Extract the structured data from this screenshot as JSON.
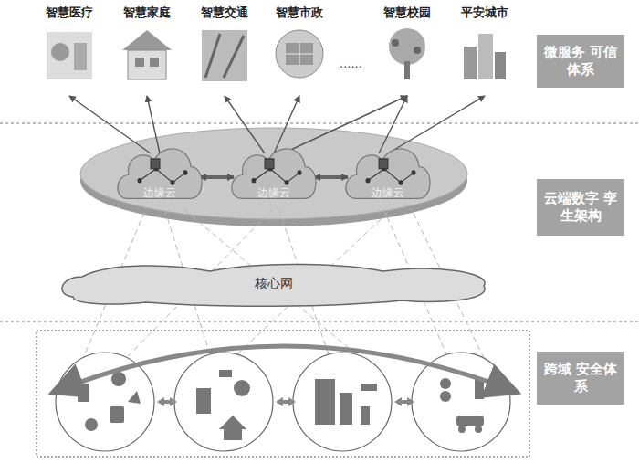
{
  "diagram": {
    "nodes": [
      {
        "text": [
          "智慧医疗"
        ]
      },
      {
        "text": [
          "智慧家庭"
        ]
      },
      {
        "text": [
          "智慧交通"
        ]
      },
      {
        "text": [
          "智慧市政"
        ]
      },
      {
        "text": [
          "智慧校园"
        ]
      },
      {
        "text": [
          "平安城市"
        ]
      },
      {
        "text": [
          "微服务 可信体系"
        ]
      },
      {
        "text": [
          "边缘云"
        ]
      },
      {
        "text": [
          "边缘云"
        ]
      },
      {
        "text": [
          "边缘云"
        ]
      },
      {
        "text": [
          "云端数字 孪生架构"
        ]
      },
      {
        "text": [
          "核心网"
        ]
      },
      {
        "text": [
          "跨域 安全体系"
        ]
      }
    ],
    "edges": [
      {
        "from": 7,
        "to": 0,
        "arrow": "to"
      },
      {
        "from": 7,
        "to": 1,
        "arrow": "to"
      },
      {
        "from": 8,
        "to": 2,
        "arrow": "to"
      },
      {
        "from": 8,
        "to": 3,
        "arrow": "to"
      },
      {
        "from": 8,
        "to": 4,
        "arrow": "to"
      },
      {
        "from": 9,
        "to": 4,
        "arrow": "to"
      },
      {
        "from": 9,
        "to": 5,
        "arrow": "to"
      },
      {
        "from": 7,
        "to": 8,
        "arrow": "both"
      },
      {
        "from": 8,
        "to": 9,
        "arrow": "both"
      }
    ],
    "labels": [
      "......"
    ]
  }
}
